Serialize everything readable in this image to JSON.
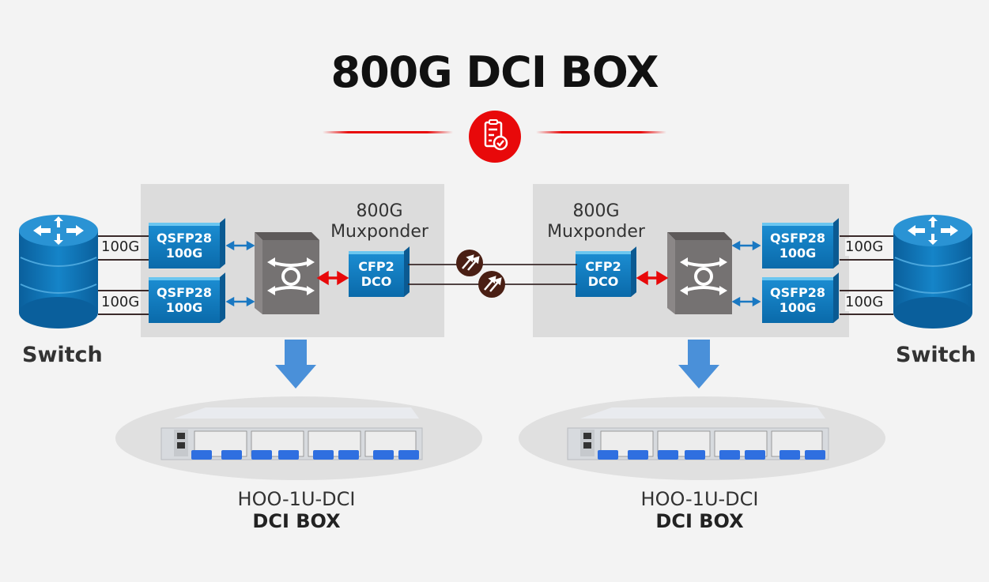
{
  "title": "800G DCI BOX",
  "header_icon": "clipboard-check-icon",
  "colors": {
    "accent_red": "#e8090a",
    "module_blue": "#0a78c0",
    "switch_blue": "#0c74b6",
    "mux_gray": "#757272",
    "panel_gray": "#dcdcdc",
    "arrow_blue": "#4a90d9",
    "amplifier_brown": "#4a1f14"
  },
  "left": {
    "switch_label": "Switch",
    "links": [
      "100G",
      "100G"
    ],
    "modules": [
      {
        "line1": "QSFP28",
        "line2": "100G"
      },
      {
        "line1": "QSFP28",
        "line2": "100G"
      }
    ],
    "muxponder": {
      "line1": "800G",
      "line2": "Muxponder"
    },
    "coherent": {
      "line1": "CFP2",
      "line2": "DCO"
    },
    "device": {
      "model": "HOO-1U-DCI",
      "name": "DCI BOX"
    }
  },
  "right": {
    "switch_label": "Switch",
    "links": [
      "100G",
      "100G"
    ],
    "modules": [
      {
        "line1": "QSFP28",
        "line2": "100G"
      },
      {
        "line1": "QSFP28",
        "line2": "100G"
      }
    ],
    "muxponder": {
      "line1": "800G",
      "line2": "Muxponder"
    },
    "coherent": {
      "line1": "CFP2",
      "line2": "DCO"
    },
    "device": {
      "model": "HOO-1U-DCI",
      "name": "DCI BOX"
    }
  },
  "fiber_amplifiers": [
    "amplifier-icon",
    "amplifier-icon"
  ]
}
